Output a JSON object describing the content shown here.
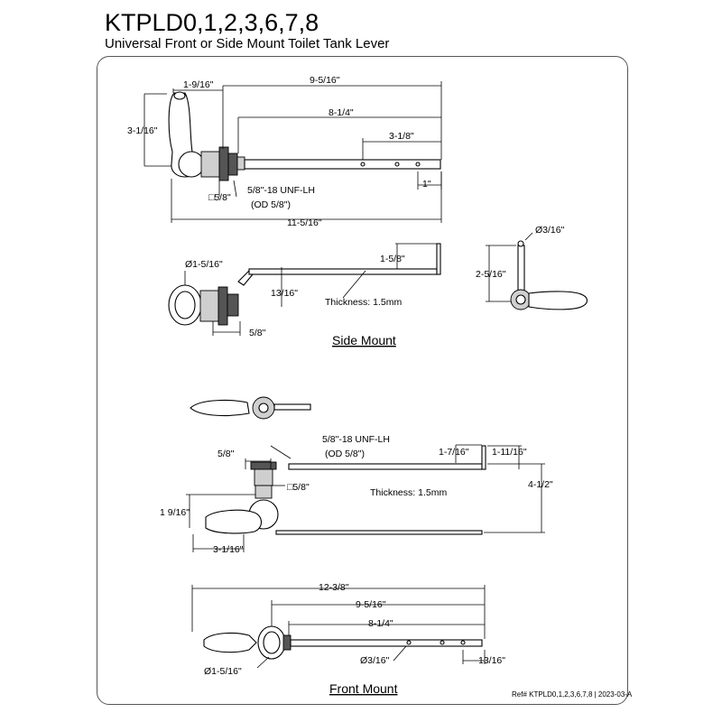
{
  "header": {
    "title": "KTPLD0,1,2,3,6,7,8",
    "subtitle": "Universal Front or Side Mount Toilet Tank Lever"
  },
  "top_view": {
    "dim_1_9_16": "1-9/16\"",
    "dim_9_5_16": "9-5/16\"",
    "dim_8_1_4": "8-1/4\"",
    "dim_3_1_16": "3-1/16\"",
    "dim_3_1_8": "3-1/8\"",
    "dim_1": "1\"",
    "thread_line1": "5/8\"-18 UNF-LH",
    "thread_line2": "(OD 5/8\")",
    "square": "□5/8\"",
    "dim_11_5_16": "11-5/16\""
  },
  "side_mount": {
    "caption": "Side Mount",
    "dim_dia_1_5_16": "Ø1-5/16\"",
    "dim_1_5_8": "1-5/8\"",
    "dim_13_16": "13/16\"",
    "thickness": "Thickness: 1.5mm",
    "dim_5_8": "5/8\"",
    "dim_dia_3_16": "Ø3/16\"",
    "dim_2_5_16": "2-5/16\""
  },
  "front_mount": {
    "caption": "Front Mount",
    "thread_line1": "5/8\"-18 UNF-LH",
    "thread_line2": "(OD 5/8\")",
    "dim_5_8": "5/8\"",
    "square": "□5/8\"",
    "dim_1_7_16": "1-7/16\"",
    "dim_1_11_16": "1-11/16\"",
    "thickness": "Thickness: 1.5mm",
    "dim_4_1_2": "4-1/2\"",
    "dim_1_9_16": "1 9/16\"",
    "dim_3_1_16": "3-1/16\"",
    "dim_12_3_8": "12-3/8\"",
    "dim_9_5_16": "9-5/16\"",
    "dim_8_1_4": "8-1/4\"",
    "dim_dia_1_5_16": "Ø1-5/16\"",
    "dim_dia_3_16": "Ø3/16\"",
    "dim_13_16": "13/16\""
  },
  "footer": {
    "ref": "Ref# KTPLD0,1,2,3,6,7,8 | 2023-03-A"
  }
}
